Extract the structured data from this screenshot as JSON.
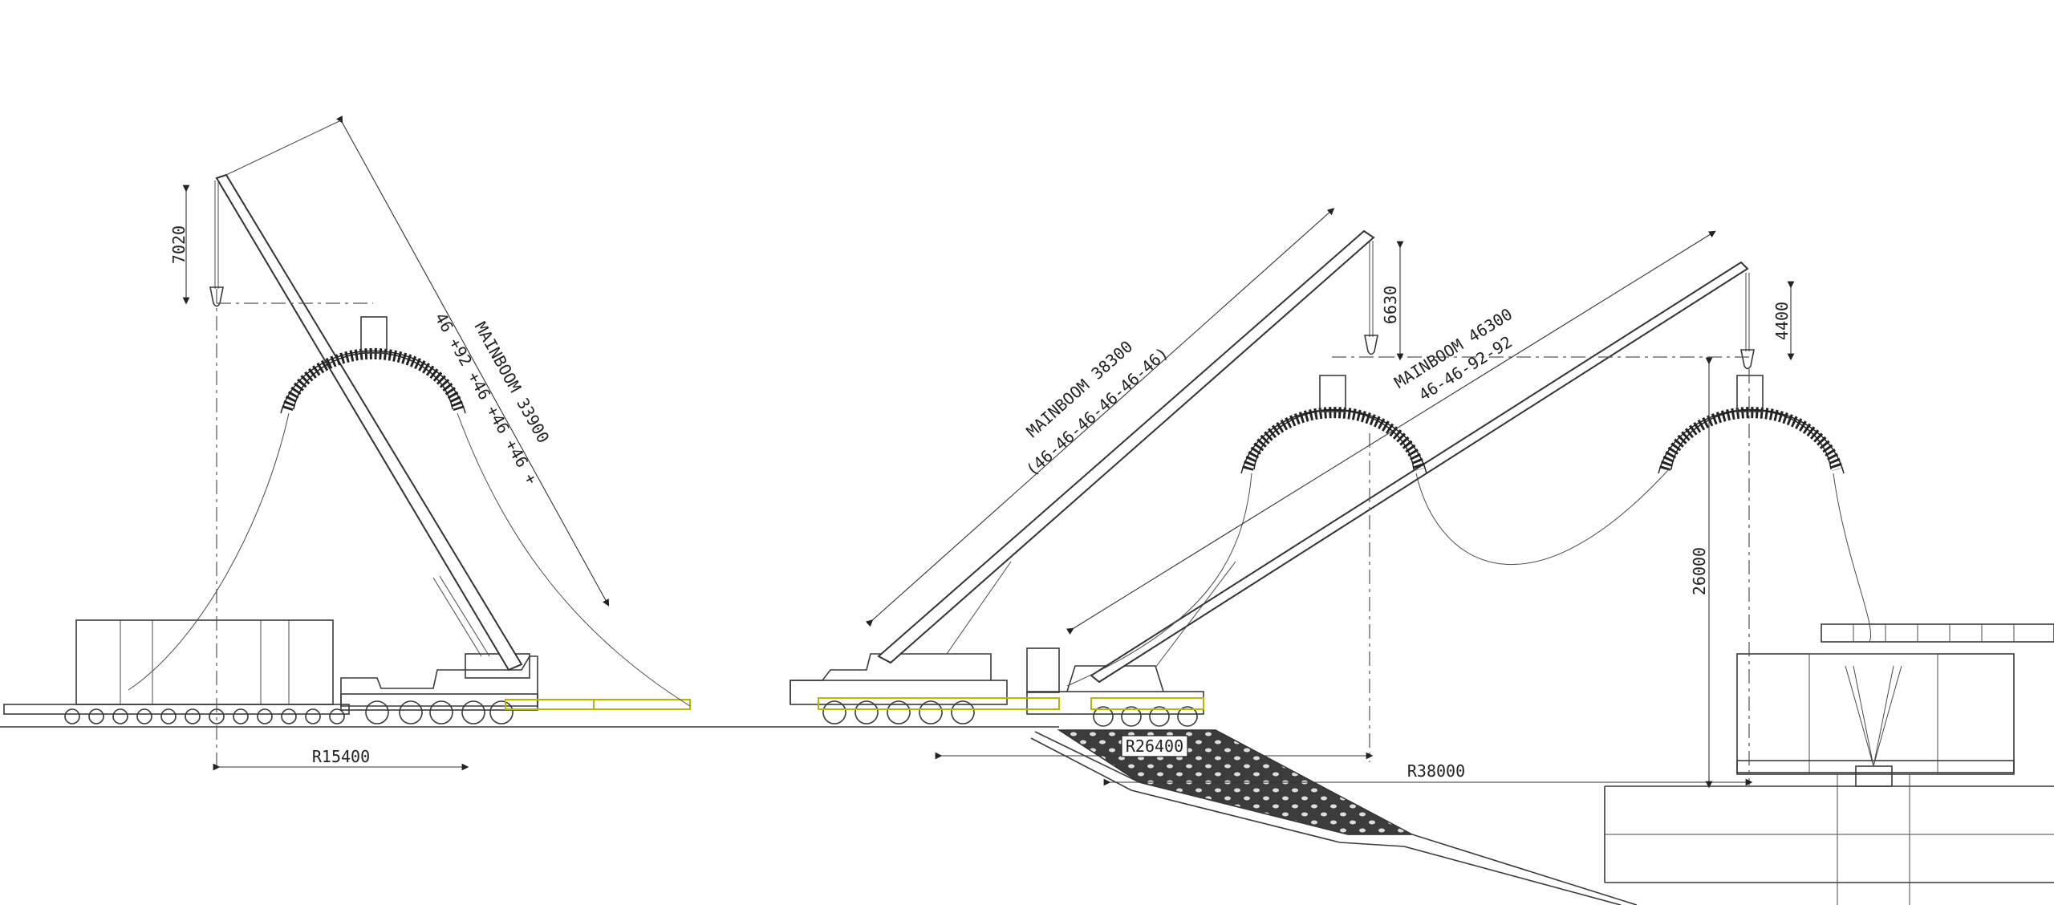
{
  "labels": {
    "crane1_height": "7020",
    "crane1_boom": "MAINBOOM 33900",
    "crane1_boom_sections": "46 +92 +46 +46 +46 +",
    "crane1_radius": "R15400",
    "crane2_height": "6630",
    "crane2_boom": "MAINBOOM 38300",
    "crane2_boom_sections": "(46-46-46-46-46-46)",
    "crane2_radius": "R26400",
    "crane3_height": "4400",
    "crane3_boom": "MAINBOOM 46300",
    "crane3_boom_sections": "46-46-92-92",
    "crane3_radius": "R38000",
    "lift_height": "26000"
  }
}
